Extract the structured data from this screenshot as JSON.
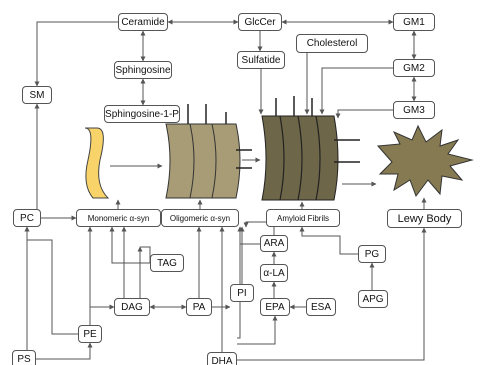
{
  "nodes": {
    "ceramide": "Ceramide",
    "glccer": "GlcCer",
    "gm1": "GM1",
    "sm": "SM",
    "sphingosine": "Sphingosine",
    "sulfatide": "Sulfatide",
    "cholesterol": "Cholesterol",
    "gm2": "GM2",
    "gm3": "GM3",
    "sphingosine1p": "Sphingosine-1-P",
    "pc": "PC",
    "monomeric": "Monomeric α-syn",
    "oligomeric": "Oligomeric α-syn",
    "amyloid": "Amyloid Fibrils",
    "lewybody": "Lewy Body",
    "ara": "ARA",
    "tag": "TAG",
    "pg": "PG",
    "ala": "α-LA",
    "pi": "PI",
    "apg": "APG",
    "dag": "DAG",
    "pa": "PA",
    "epa": "EPA",
    "esa": "ESA",
    "pe": "PE",
    "ps": "PS",
    "dha": "DHA"
  },
  "colors": {
    "line": "#555555",
    "monomer": "#f7d36a",
    "oligomer": "#a79c76",
    "fibril": "#6e6648",
    "lewy_body": "#857a52"
  }
}
